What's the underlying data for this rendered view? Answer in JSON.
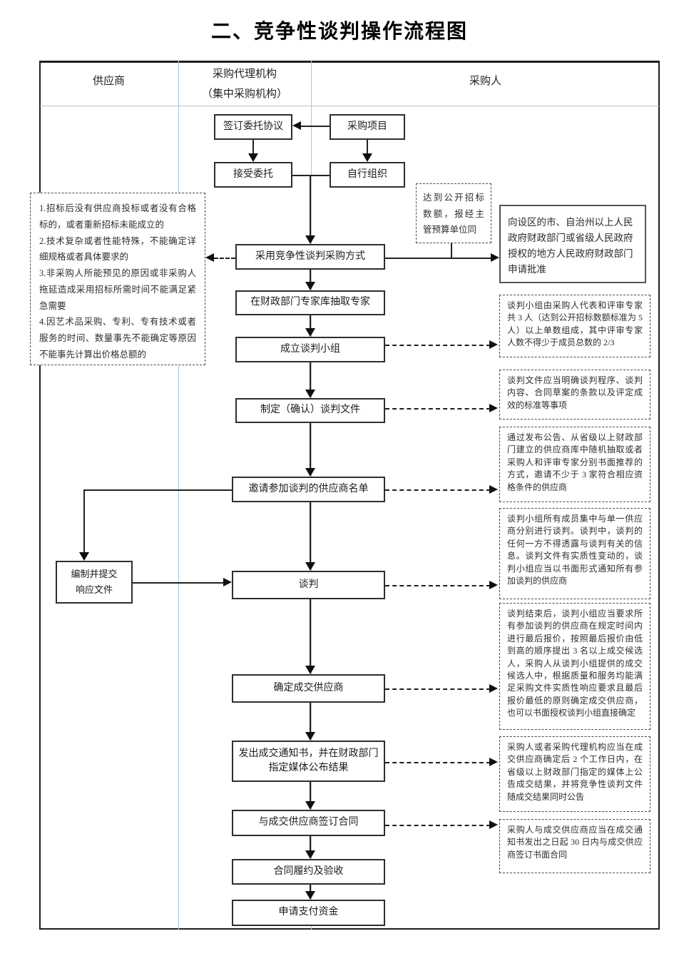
{
  "title": "二、竞争性谈判操作流程图",
  "lanes": {
    "supplier": "供应商",
    "agency_line1": "采购代理机构",
    "agency_line2": "（集中采购机构）",
    "purchaser": "采购人"
  },
  "flow": {
    "sign_agreement": "签订委托协议",
    "project": "采购项目",
    "accept": "接受委托",
    "self_organize": "自行组织",
    "adopt": "采用竞争性谈判采购方式",
    "experts": "在财政部门专家库抽取专家",
    "team": "成立谈判小组",
    "docs": "制定（确认）谈判文件",
    "invite": "邀请参加谈判的供应商名单",
    "negotiate": "谈判",
    "confirm": "确定成交供应商",
    "notice": "发出成交通知书，并在财政部门指定媒体公布结果",
    "contract": "与成交供应商签订合同",
    "perform": "合同履约及验收",
    "pay": "申请支付资金",
    "response_line1": "编制并提交",
    "response_line2": "响应文件"
  },
  "left_notes": {
    "reasons": [
      "1.招标后没有供应商投标或者没有合格标的，或者重新招标未能成立的",
      "2.技术复杂或者性能特殊，不能确定详细规格或者具体要求的",
      "3.非采购人所能预见的原因或非采购人拖延造成采用招标所需时间不能满足紧急需要",
      "4.因艺术品采购、专利、专有技术或者服务的时间、数量事先不能确定等原因不能事先计算出价格总额的"
    ]
  },
  "right_notes": {
    "threshold": "达到公开招标数额，报经主管预算单位同",
    "approval": "向设区的市、自治州以上人民政府财政部门或省级人民政府授权的地方人民政府财政部门申请批准",
    "team": "谈判小组由采购人代表和评审专家共 3 人（达到公开招标数额标准为 5 人）以上单数组成，其中评审专家人数不得少于成员总数的 2/3",
    "docs": "谈判文件应当明确谈判程序、谈判内容、合同草案的条款以及评定成效的标准等事项",
    "invite": "通过发布公告、从省级以上财政部门建立的供应商库中随机抽取或者采购人和评审专家分别书面推荐的方式，邀请不少于 3 家符合相应资格条件的供应商",
    "negotiation": "谈判小组所有成员集中与单一供应商分别进行谈判。谈判中，谈判的任何一方不得透露与谈判有关的信息。谈判文件有实质性变动的，谈判小组应当以书面形式通知所有参加谈判的供应商",
    "confirm": "谈判结束后，谈判小组应当要求所有参加谈判的供应商在规定时间内进行最后报价，按照最后报价由低到高的顺序提出 3 名以上成交候选人，采购人从谈判小组提供的成交候选人中，根据质量和服务均能满足采购文件实质性响应要求且最后报价最低的原则确定成交供应商，也可以书面授权谈判小组直接确定",
    "announce": "采购人或者采购代理机构应当在成交供应商确定后 2 个工作日内，在省级以上财政部门指定的媒体上公告成交结果，并将竞争性谈判文件随成交结果同时公告",
    "contract": "采购人与成交供应商应当在成交通知书发出之日起 30 日内与成交供应商签订书面合同"
  },
  "colors": {
    "lane_line": "#a9c7d6",
    "frame_border": "#1f1f1f",
    "box_border": "#2e2e2e",
    "text": "#1c1c1c"
  }
}
